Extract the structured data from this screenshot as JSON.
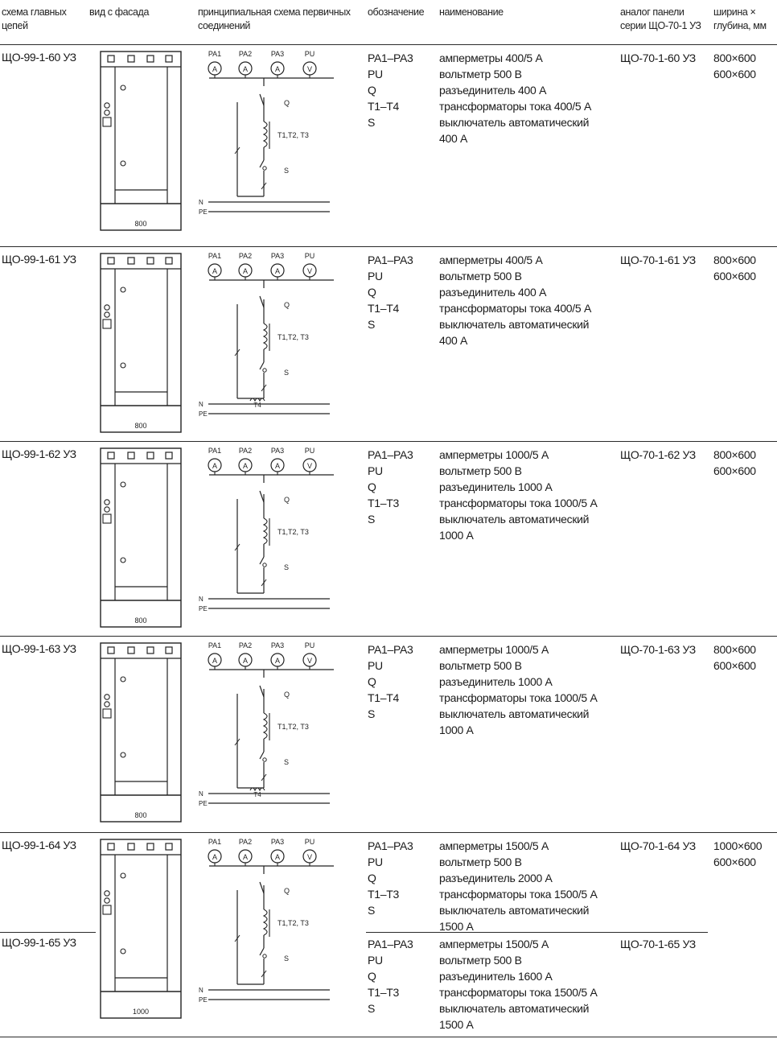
{
  "header": {
    "col1": [
      "схема главных",
      "цепей"
    ],
    "col2": [
      "вид с фасада"
    ],
    "col3": [
      "принципиальная схема первичных",
      "соединений"
    ],
    "col4": [
      "обозначение"
    ],
    "col5": [
      "наименование"
    ],
    "col6": [
      "аналог панели",
      "серии ЩО-70-1 УЗ"
    ],
    "col7": [
      "ширина ×",
      "глубина, мм"
    ]
  },
  "diagram_labels": {
    "meters": [
      "PA1",
      "PA2",
      "PA3",
      "PU"
    ],
    "meter_symbols": [
      "A",
      "A",
      "A",
      "V"
    ],
    "q": "Q",
    "s": "S",
    "n": "N",
    "pe": "PE",
    "t4": "T4"
  },
  "rows": [
    {
      "code": "ЩО-99-1-60 УЗ",
      "width_label": "800",
      "ct_label": "T1,T2, T3",
      "has_t4": false,
      "designations": [
        "PA1–PA3",
        "PU",
        "Q",
        "T1–T4",
        "S"
      ],
      "names": [
        "амперметры 400/5 А",
        "вольтметр 500 В",
        "разъединитель 400 А",
        "трансформаторы тока 400/5 А",
        "выключатель автоматический",
        "400 А"
      ],
      "analog": "ЩО-70-1-60 УЗ",
      "dims": [
        "800×600",
        "600×600"
      ]
    },
    {
      "code": "ЩО-99-1-61 УЗ",
      "width_label": "800",
      "ct_label": "T1,T2, T3",
      "has_t4": true,
      "designations": [
        "PA1–PA3",
        "PU",
        "Q",
        "T1–T4",
        "S"
      ],
      "names": [
        "амперметры 400/5 А",
        "вольтметр 500 В",
        "разъединитель 400 А",
        "трансформаторы тока 400/5 А",
        "выключатель автоматический",
        "400 А"
      ],
      "analog": "ЩО-70-1-61 УЗ",
      "dims": [
        "800×600",
        "600×600"
      ]
    },
    {
      "code": "ЩО-99-1-62 УЗ",
      "width_label": "800",
      "ct_label": "T1,T2, T3",
      "has_t4": false,
      "designations": [
        "PA1–PA3",
        "PU",
        "Q",
        "T1–T3",
        "S"
      ],
      "names": [
        "амперметры 1000/5 А",
        "вольтметр 500 В",
        "разъединитель 1000 А",
        "трансформаторы тока 1000/5 А",
        "выключатель автоматический",
        "1000 А"
      ],
      "analog": "ЩО-70-1-62 УЗ",
      "dims": [
        "800×600",
        "600×600"
      ]
    },
    {
      "code": "ЩО-99-1-63 УЗ",
      "width_label": "800",
      "ct_label": "T1,T2, T3",
      "has_t4": true,
      "designations": [
        "PA1–PA3",
        "PU",
        "Q",
        "T1–T4",
        "S"
      ],
      "names": [
        "амперметры 1000/5 А",
        "вольтметр 500 В",
        "разъединитель 1000 А",
        "трансформаторы тока 1000/5 А",
        "выключатель автоматический",
        "1000 А"
      ],
      "analog": "ЩО-70-1-63 УЗ",
      "dims": [
        "800×600",
        "600×600"
      ]
    },
    {
      "code": "ЩО-99-1-64 УЗ",
      "code_b": "ЩО-99-1-65 УЗ",
      "width_label": "1000",
      "ct_label": "T1,T2, T3",
      "has_t4": false,
      "designations": [
        "PA1–PA3",
        "PU",
        "Q",
        "T1–T3",
        "S"
      ],
      "names": [
        "амперметры 1500/5 А",
        "вольтметр 500 В",
        "разъединитель 2000 А",
        "трансформаторы тока 1500/5 А",
        "выключатель автоматический",
        "1500 А"
      ],
      "analog": "ЩО-70-1-64 УЗ",
      "dims": [
        "1000×600",
        "600×600"
      ],
      "designations_b": [
        "PA1–PA3",
        "PU",
        "Q",
        "T1–T3",
        "S"
      ],
      "names_b": [
        "амперметры 1500/5 А",
        "вольтметр 500 В",
        "разъединитель 1600 А",
        "трансформаторы тока 1500/5 А",
        "выключатель автоматический",
        "1500 А"
      ],
      "analog_b": "ЩО-70-1-65 УЗ"
    }
  ]
}
